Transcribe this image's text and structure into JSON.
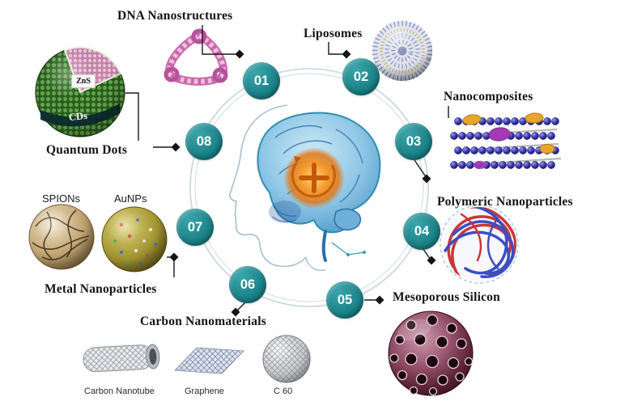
{
  "diagram": {
    "nodes": [
      {
        "num": "01",
        "label": "DNA Nanostructures"
      },
      {
        "num": "02",
        "label": "Liposomes"
      },
      {
        "num": "03",
        "label": "Nanocomposites"
      },
      {
        "num": "04",
        "label": "Polymeric Nanoparticles"
      },
      {
        "num": "05",
        "label": "Mesoporous Silicon"
      },
      {
        "num": "06",
        "label": "Carbon Nanomaterials"
      },
      {
        "num": "07",
        "label": "Metal Nanoparticles"
      },
      {
        "num": "08",
        "label": "Quantum Dots"
      }
    ],
    "carbon_items": [
      {
        "label": "Carbon Nanotube"
      },
      {
        "label": "Graphene"
      },
      {
        "label": "C 60"
      }
    ],
    "metal_items": [
      {
        "label": "SPIONs"
      },
      {
        "label": "AuNPs"
      }
    ],
    "quantum_labels": {
      "shell": "ZnS",
      "core": "CDs"
    },
    "colors": {
      "node_teal": "#1d868c",
      "ring": "#c5d6da",
      "diamond": "#151515",
      "dna_pink": "#c661a6",
      "label_text": "#141414"
    }
  }
}
